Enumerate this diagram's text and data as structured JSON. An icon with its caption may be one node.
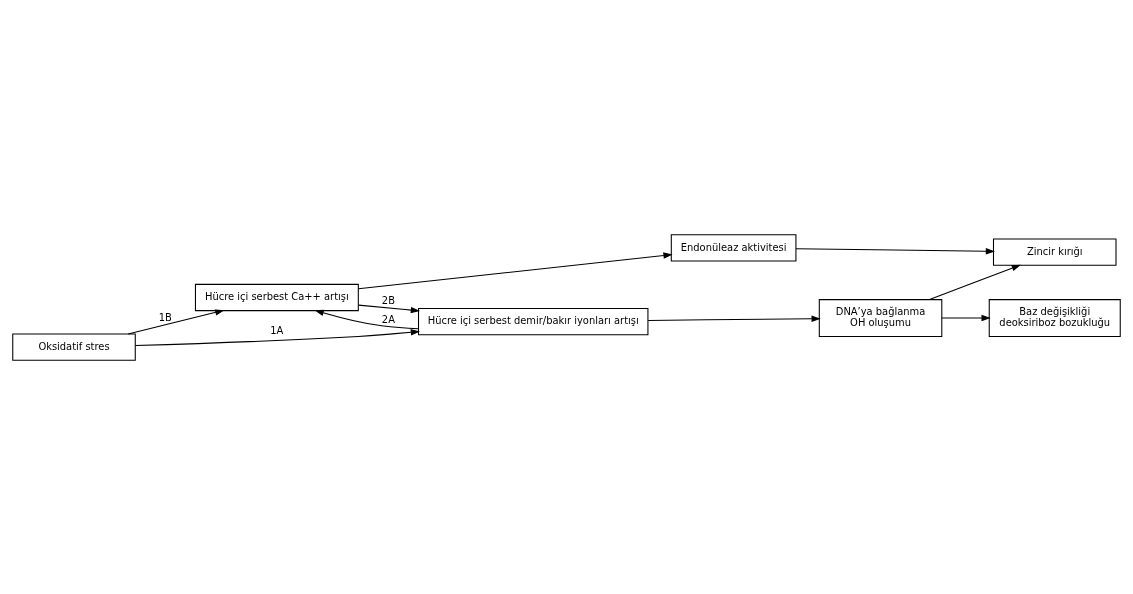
{
  "diagram": {
    "nodes": [
      {
        "text": [
          "Oksidatif stres"
        ]
      },
      {
        "text": [
          "Hücre içi serbest Ca++ artışı"
        ]
      },
      {
        "text": [
          "Endonüleaz aktivitesi"
        ]
      },
      {
        "text": [
          "Zincir kırığı"
        ]
      },
      {
        "text": [
          "Hücre içi serbest demir/bakır iyonları artışı"
        ]
      },
      {
        "text": [
          "DNA’ya bağlanma",
          "OH oluşumu"
        ]
      },
      {
        "text": [
          "Baz değişikliği",
          "deoksiriboz bozukluğu"
        ]
      }
    ],
    "edges": [
      {
        "from": 0,
        "to": 1,
        "arrow": "to",
        "label": "1B"
      },
      {
        "from": 0,
        "to": 4,
        "arrow": "to",
        "label": "1A"
      },
      {
        "from": 1,
        "to": 2,
        "arrow": "to"
      },
      {
        "from": 2,
        "to": 3,
        "arrow": "to"
      },
      {
        "from": 4,
        "to": 1,
        "arrow": "to",
        "label": "2A"
      },
      {
        "from": 1,
        "to": 4,
        "arrow": "to",
        "label": "2B"
      },
      {
        "from": 4,
        "to": 5,
        "arrow": "to"
      },
      {
        "from": 5,
        "to": 3,
        "arrow": "to"
      },
      {
        "from": 5,
        "to": 6,
        "arrow": "to"
      }
    ]
  }
}
